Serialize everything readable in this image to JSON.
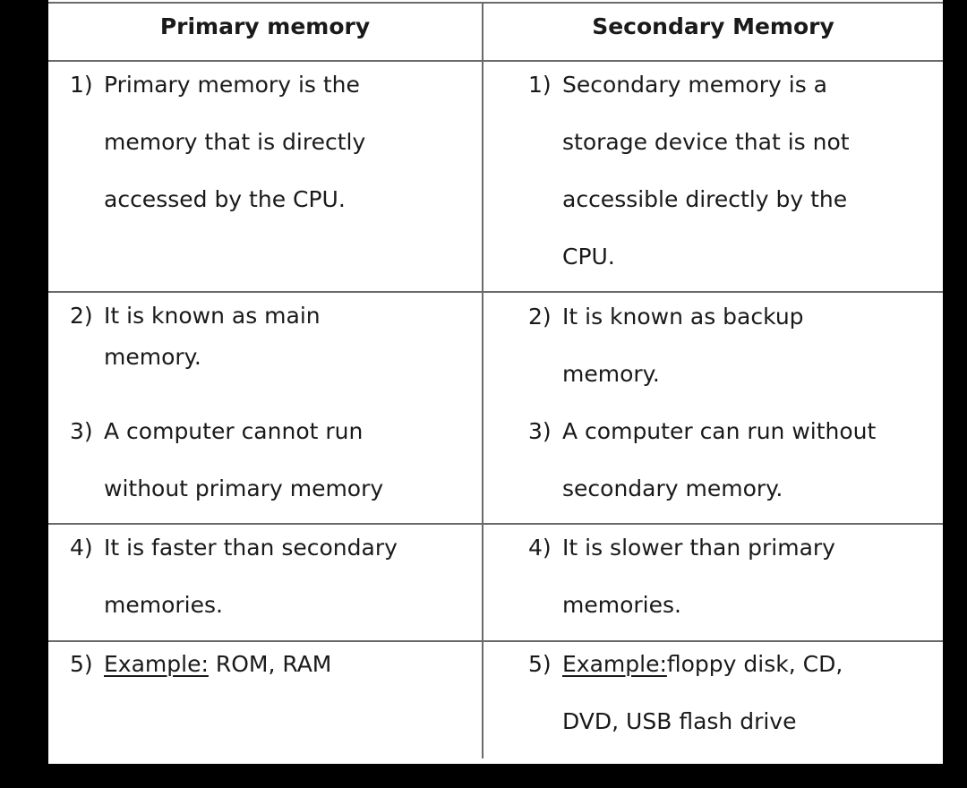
{
  "table": {
    "headers": [
      "Primary memory",
      "Secondary Memory"
    ],
    "rows": [
      {
        "primary": {
          "num": "1)",
          "lines": [
            "Primary memory is the",
            "memory that is directly",
            "accessed by the CPU."
          ]
        },
        "secondary": {
          "num": "1)",
          "lines": [
            "Secondary memory is a",
            "storage device that is not",
            "accessible directly by the",
            "CPU."
          ]
        }
      },
      {
        "primary": {
          "num": "2)",
          "lines": [
            "It is known as main",
            "memory."
          ],
          "num2": "3)",
          "lines2": [
            "A computer cannot run",
            "without primary memory"
          ]
        },
        "secondary": {
          "num": "2)",
          "lines": [
            "It is known as backup",
            "memory."
          ],
          "num2": "3)",
          "lines2": [
            "A computer can run without",
            "secondary memory."
          ]
        }
      },
      {
        "primary": {
          "num": "4)",
          "lines": [
            "It is faster than secondary",
            "memories."
          ]
        },
        "secondary": {
          "num": "4)",
          "lines": [
            "It is slower than primary",
            "memories."
          ]
        }
      },
      {
        "primary": {
          "num": "5)",
          "label": "Example:",
          "lines": [
            " ROM, RAM"
          ]
        },
        "secondary": {
          "num": "5)",
          "label": "Example:",
          "lines": [
            "floppy disk, CD,",
            "DVD, USB flash drive"
          ]
        }
      }
    ]
  }
}
